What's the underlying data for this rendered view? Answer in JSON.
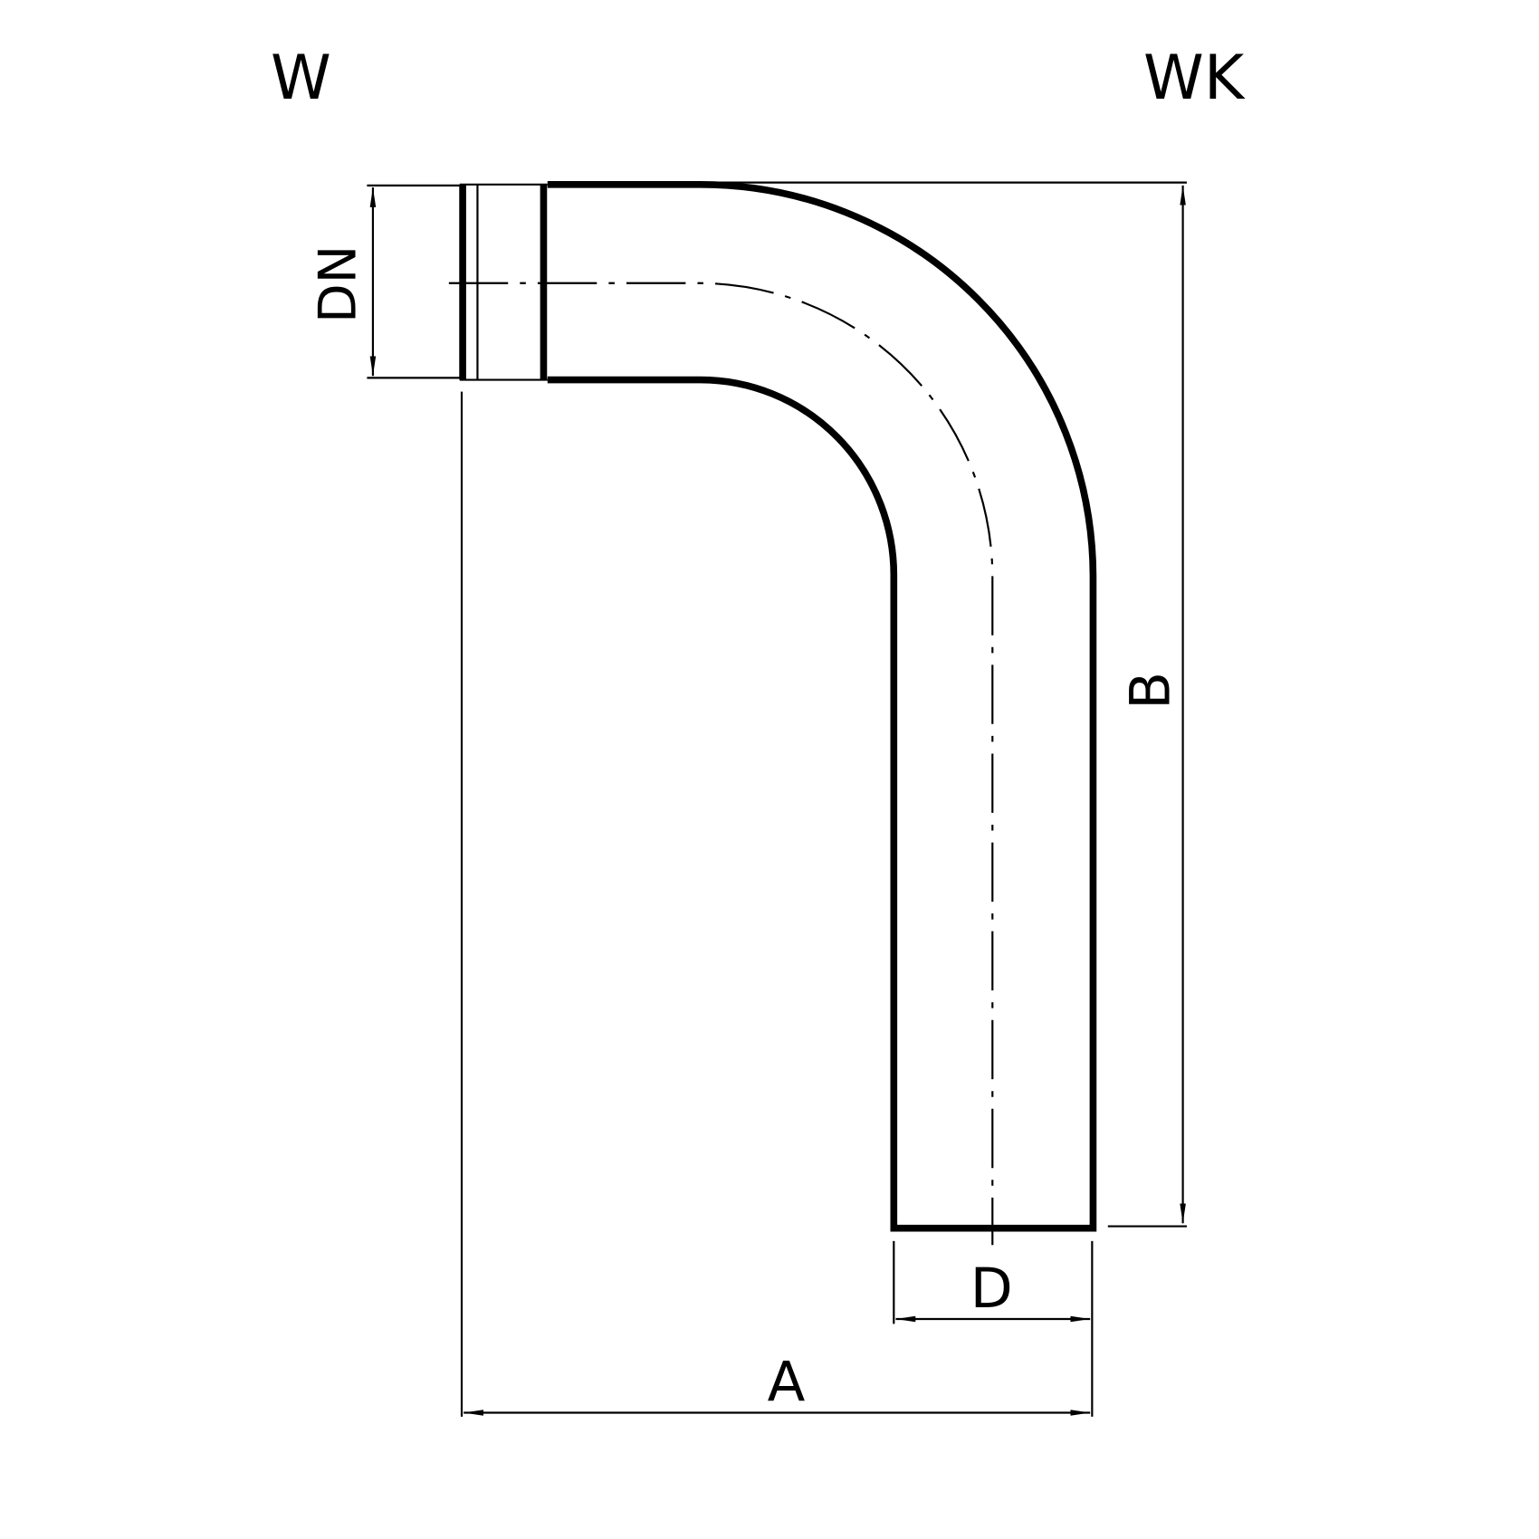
{
  "labels": {
    "left_title": "W",
    "right_title": "WK",
    "dn": "DN",
    "a": "A",
    "b": "B",
    "d": "D"
  },
  "colors": {
    "line": "#000000",
    "background": "#ffffff"
  }
}
